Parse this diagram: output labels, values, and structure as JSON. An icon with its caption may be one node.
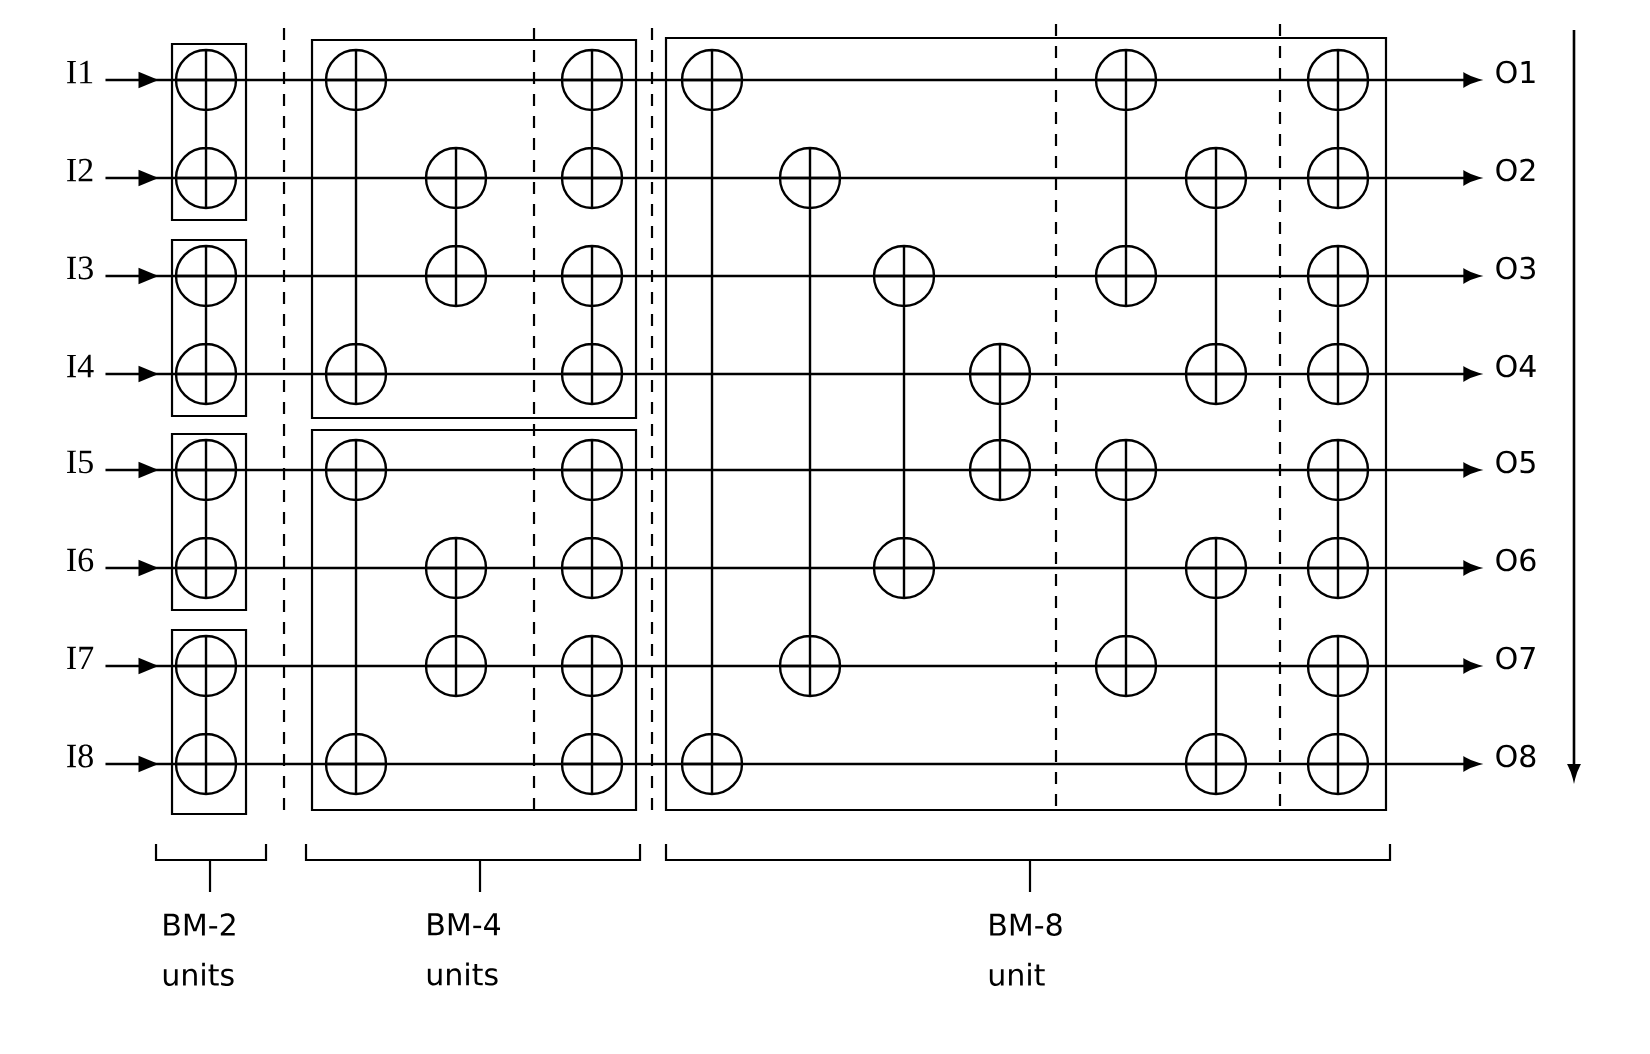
{
  "diagram": {
    "nodes": [
      {
        "text": [
          "I1"
        ]
      },
      {
        "text": [
          "I2"
        ]
      },
      {
        "text": [
          "I3"
        ]
      },
      {
        "text": [
          "I4"
        ]
      },
      {
        "text": [
          "I5"
        ]
      },
      {
        "text": [
          "I6"
        ]
      },
      {
        "text": [
          "I7"
        ]
      },
      {
        "text": [
          "I8"
        ]
      },
      {
        "text": [
          "O1"
        ]
      },
      {
        "text": [
          "O2"
        ]
      },
      {
        "text": [
          "O3"
        ]
      },
      {
        "text": [
          "O4"
        ]
      },
      {
        "text": [
          "O5"
        ]
      },
      {
        "text": [
          "O6"
        ]
      },
      {
        "text": [
          "O7"
        ]
      },
      {
        "text": [
          "O8"
        ]
      }
    ],
    "edges": [
      {
        "from": 0,
        "to": 8,
        "arrow": "to"
      },
      {
        "from": 1,
        "to": 9,
        "arrow": "to"
      },
      {
        "from": 2,
        "to": 10,
        "arrow": "to"
      },
      {
        "from": 3,
        "to": 11,
        "arrow": "to"
      },
      {
        "from": 4,
        "to": 12,
        "arrow": "to"
      },
      {
        "from": 5,
        "to": 13,
        "arrow": "to"
      },
      {
        "from": 6,
        "to": 14,
        "arrow": "to"
      },
      {
        "from": 7,
        "to": 15,
        "arrow": "to"
      }
    ],
    "labels": [
      "BM-2 units",
      "BM-4 units",
      "BM-8 unit"
    ]
  }
}
